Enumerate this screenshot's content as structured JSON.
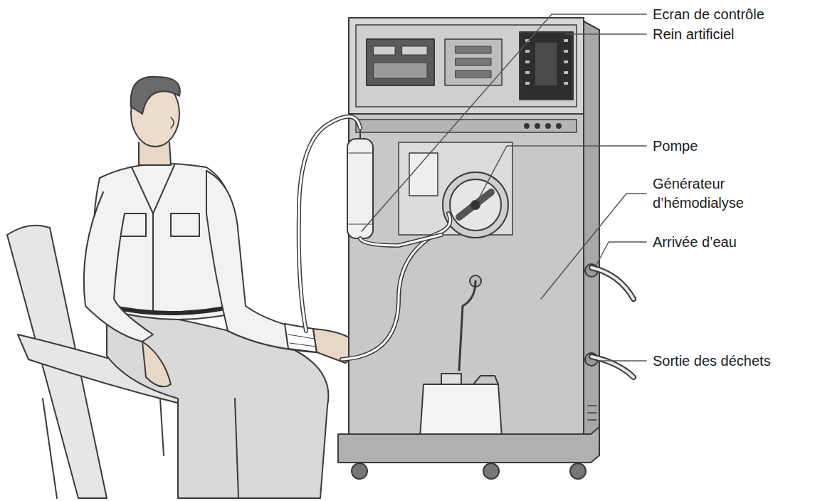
{
  "diagram": {
    "labels": [
      "Ecran de contrôle",
      "Rein artificiel",
      "Pompe",
      "Générateur d’hémodialyse",
      "Arrivée d’eau",
      "Sortie des déchets"
    ]
  }
}
